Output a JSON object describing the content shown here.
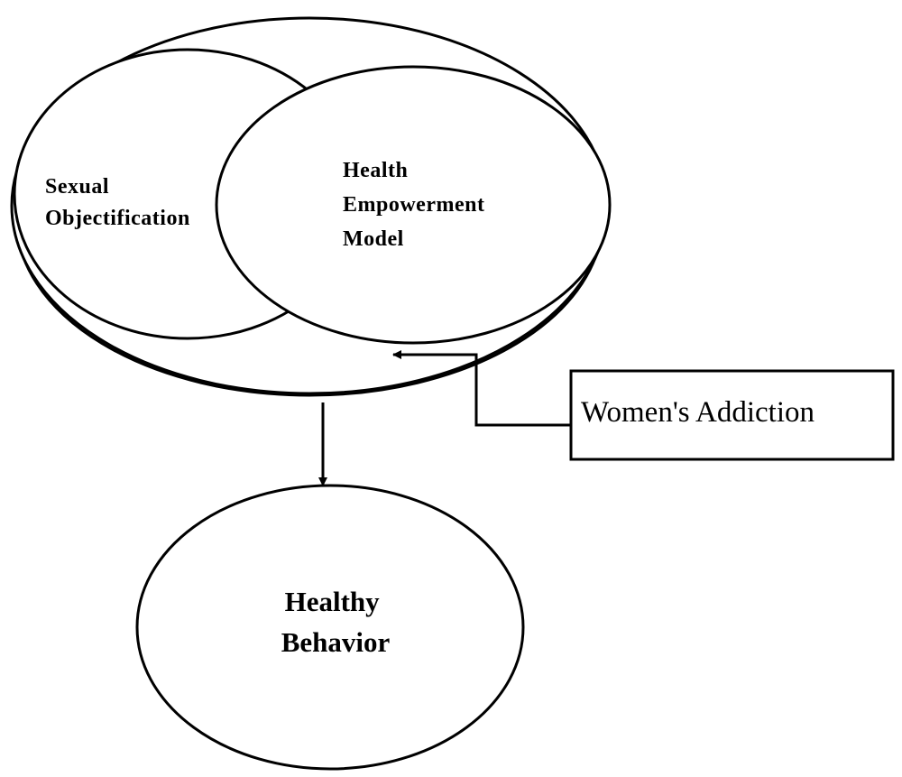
{
  "nodes": {
    "sexual_objectification": {
      "lines": [
        "Sexual",
        "Objectification"
      ]
    },
    "health_empowerment_model": {
      "lines": [
        "Health",
        "Empowerment",
        "Model"
      ]
    },
    "womens_addiction": {
      "label": "Women's Addiction"
    },
    "healthy_behavior": {
      "lines": [
        "Healthy",
        "Behavior"
      ]
    }
  },
  "colors": {
    "stroke": "#000000",
    "fill": "#ffffff",
    "text": "#000000"
  }
}
